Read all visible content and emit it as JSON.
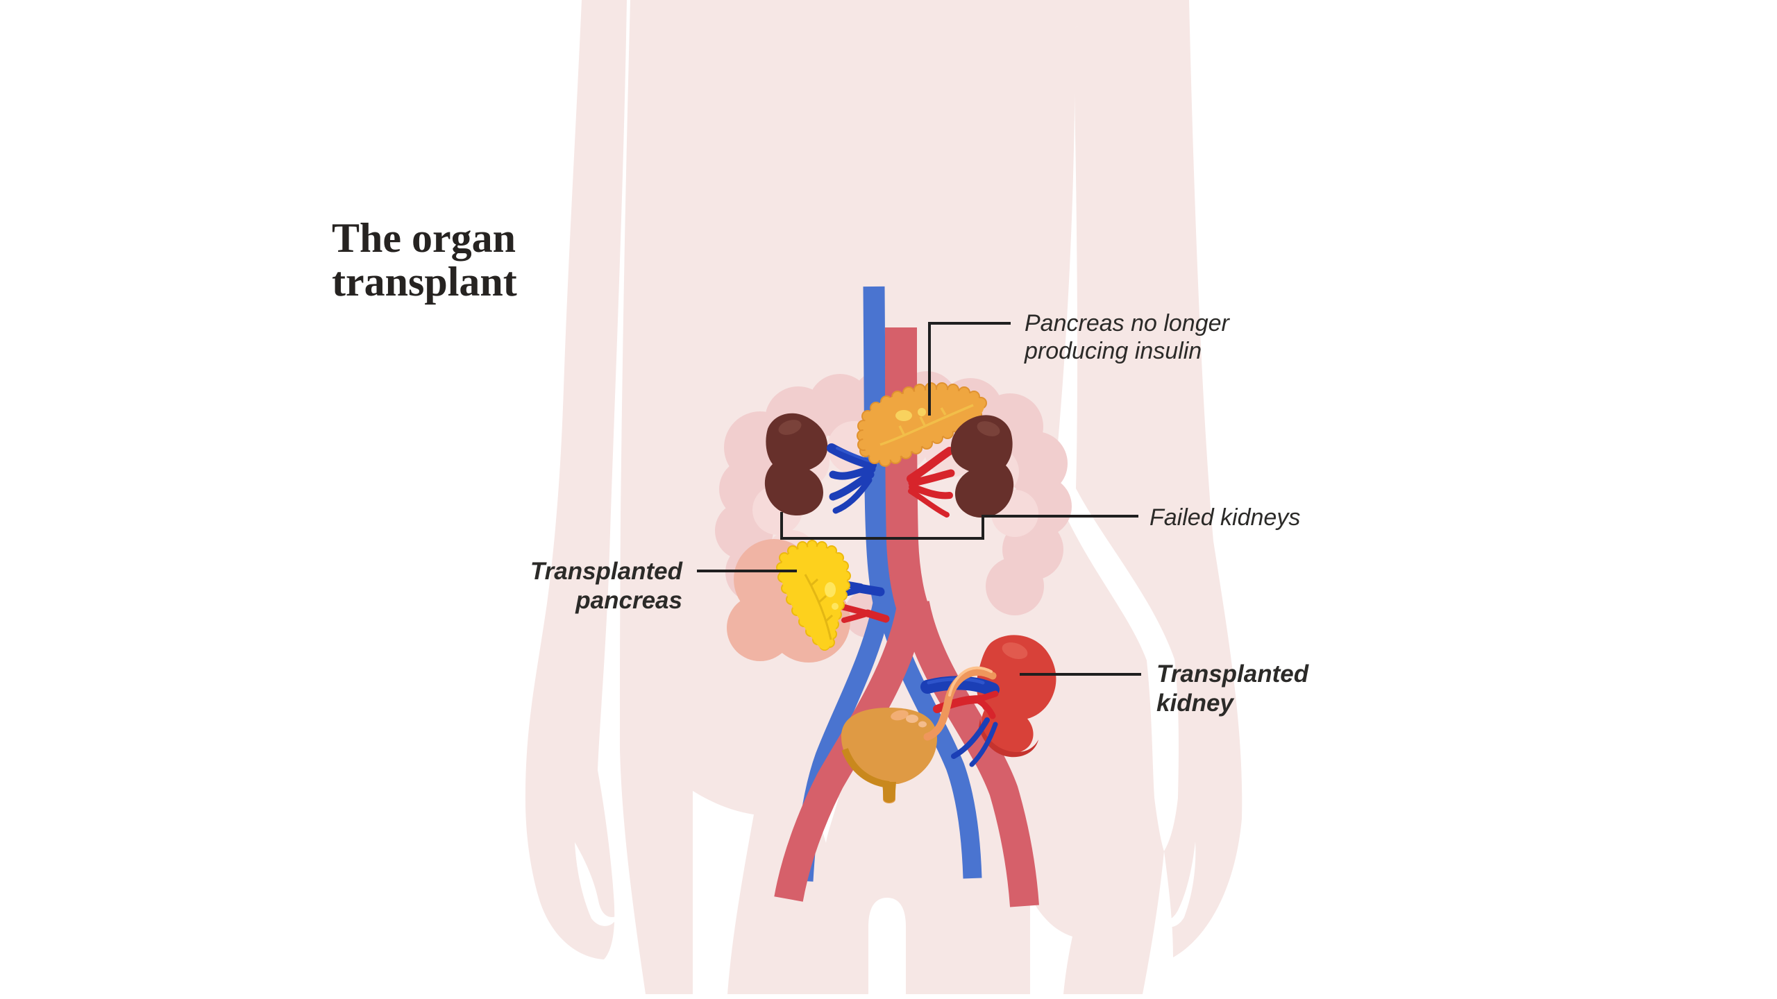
{
  "title": {
    "line1": "The organ",
    "line2": "transplant"
  },
  "annotations": {
    "failed_pancreas": {
      "line1": "Pancreas no longer",
      "line2": "producing insulin"
    },
    "failed_kidneys": {
      "line1": "Failed kidneys"
    },
    "transplanted_pancreas": {
      "line1": "Transplanted",
      "line2": "pancreas"
    },
    "transplanted_kidney": {
      "line1": "Transplanted",
      "line2": "kidney"
    }
  },
  "colors": {
    "background": "#FFFFFF",
    "body": "#F6E7E5",
    "intestine": "#F1CECE",
    "intestine_light": "#F6DBDA",
    "salmon": "#F0B4A4",
    "vein": "#4A74D0",
    "artery": "#D6606A",
    "vein_dark": "#1C3EB8",
    "vein_dark_highlight": "#2E54CB",
    "artery_bright": "#D7242B",
    "kidney_failed": "#67302B",
    "kidney_failed_highlight": "#7A423A",
    "kidney_new": "#D84139",
    "kidney_new_shade": "#C5332E",
    "kidney_new_highlight": "#E15A4E",
    "pancreas_failed": "#EFA640",
    "pancreas_failed_outline": "#E09230",
    "pancreas_failed_duct": "#F2BE49",
    "pancreas_failed_spot": "#F8D25E",
    "pancreas_new": "#FDD11D",
    "pancreas_new_outline": "#ECB90E",
    "pancreas_new_duct": "#E3B714",
    "pancreas_new_spot": "#FFE65E",
    "bladder": "#DF9A44",
    "bladder_shade": "#C9881D",
    "ureter": "#EF975C",
    "ureter_highlight": "#FDC28D",
    "leader": "#1F1F1F",
    "title_text": "#262321",
    "label_text": "#2B2A28"
  }
}
